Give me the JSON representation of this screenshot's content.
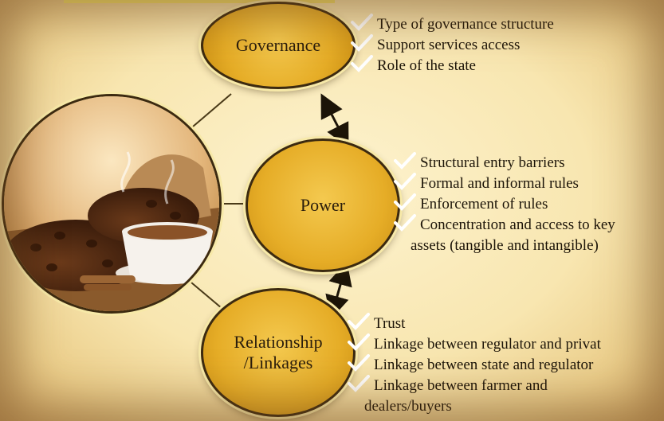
{
  "nodes": {
    "governance": "Governance",
    "power": "Power",
    "relationship_line1": "Relationship",
    "relationship_line2": "/Linkages"
  },
  "governance_items": [
    "Type of governance  structure",
    "Support services access",
    "Role of the state"
  ],
  "power_items": [
    "Structural entry barriers",
    "Formal and informal rules",
    "Enforcement of rules",
    "Concentration and access to key"
  ],
  "power_item4_continued": "assets (tangible and intangible)",
  "relationship_items": [
    "Trust",
    "Linkage between regulator and privat",
    "Linkage between state and regulator",
    "Linkage between farmer and"
  ],
  "relationship_item4_continued": "dealers/buyers",
  "colors": {
    "node_fill": "#e6ad27",
    "background": "#f8e6b0",
    "text": "#1c1408"
  },
  "icons": [
    "check-icon",
    "double-arrow-icon",
    "coffee-cup-image"
  ]
}
